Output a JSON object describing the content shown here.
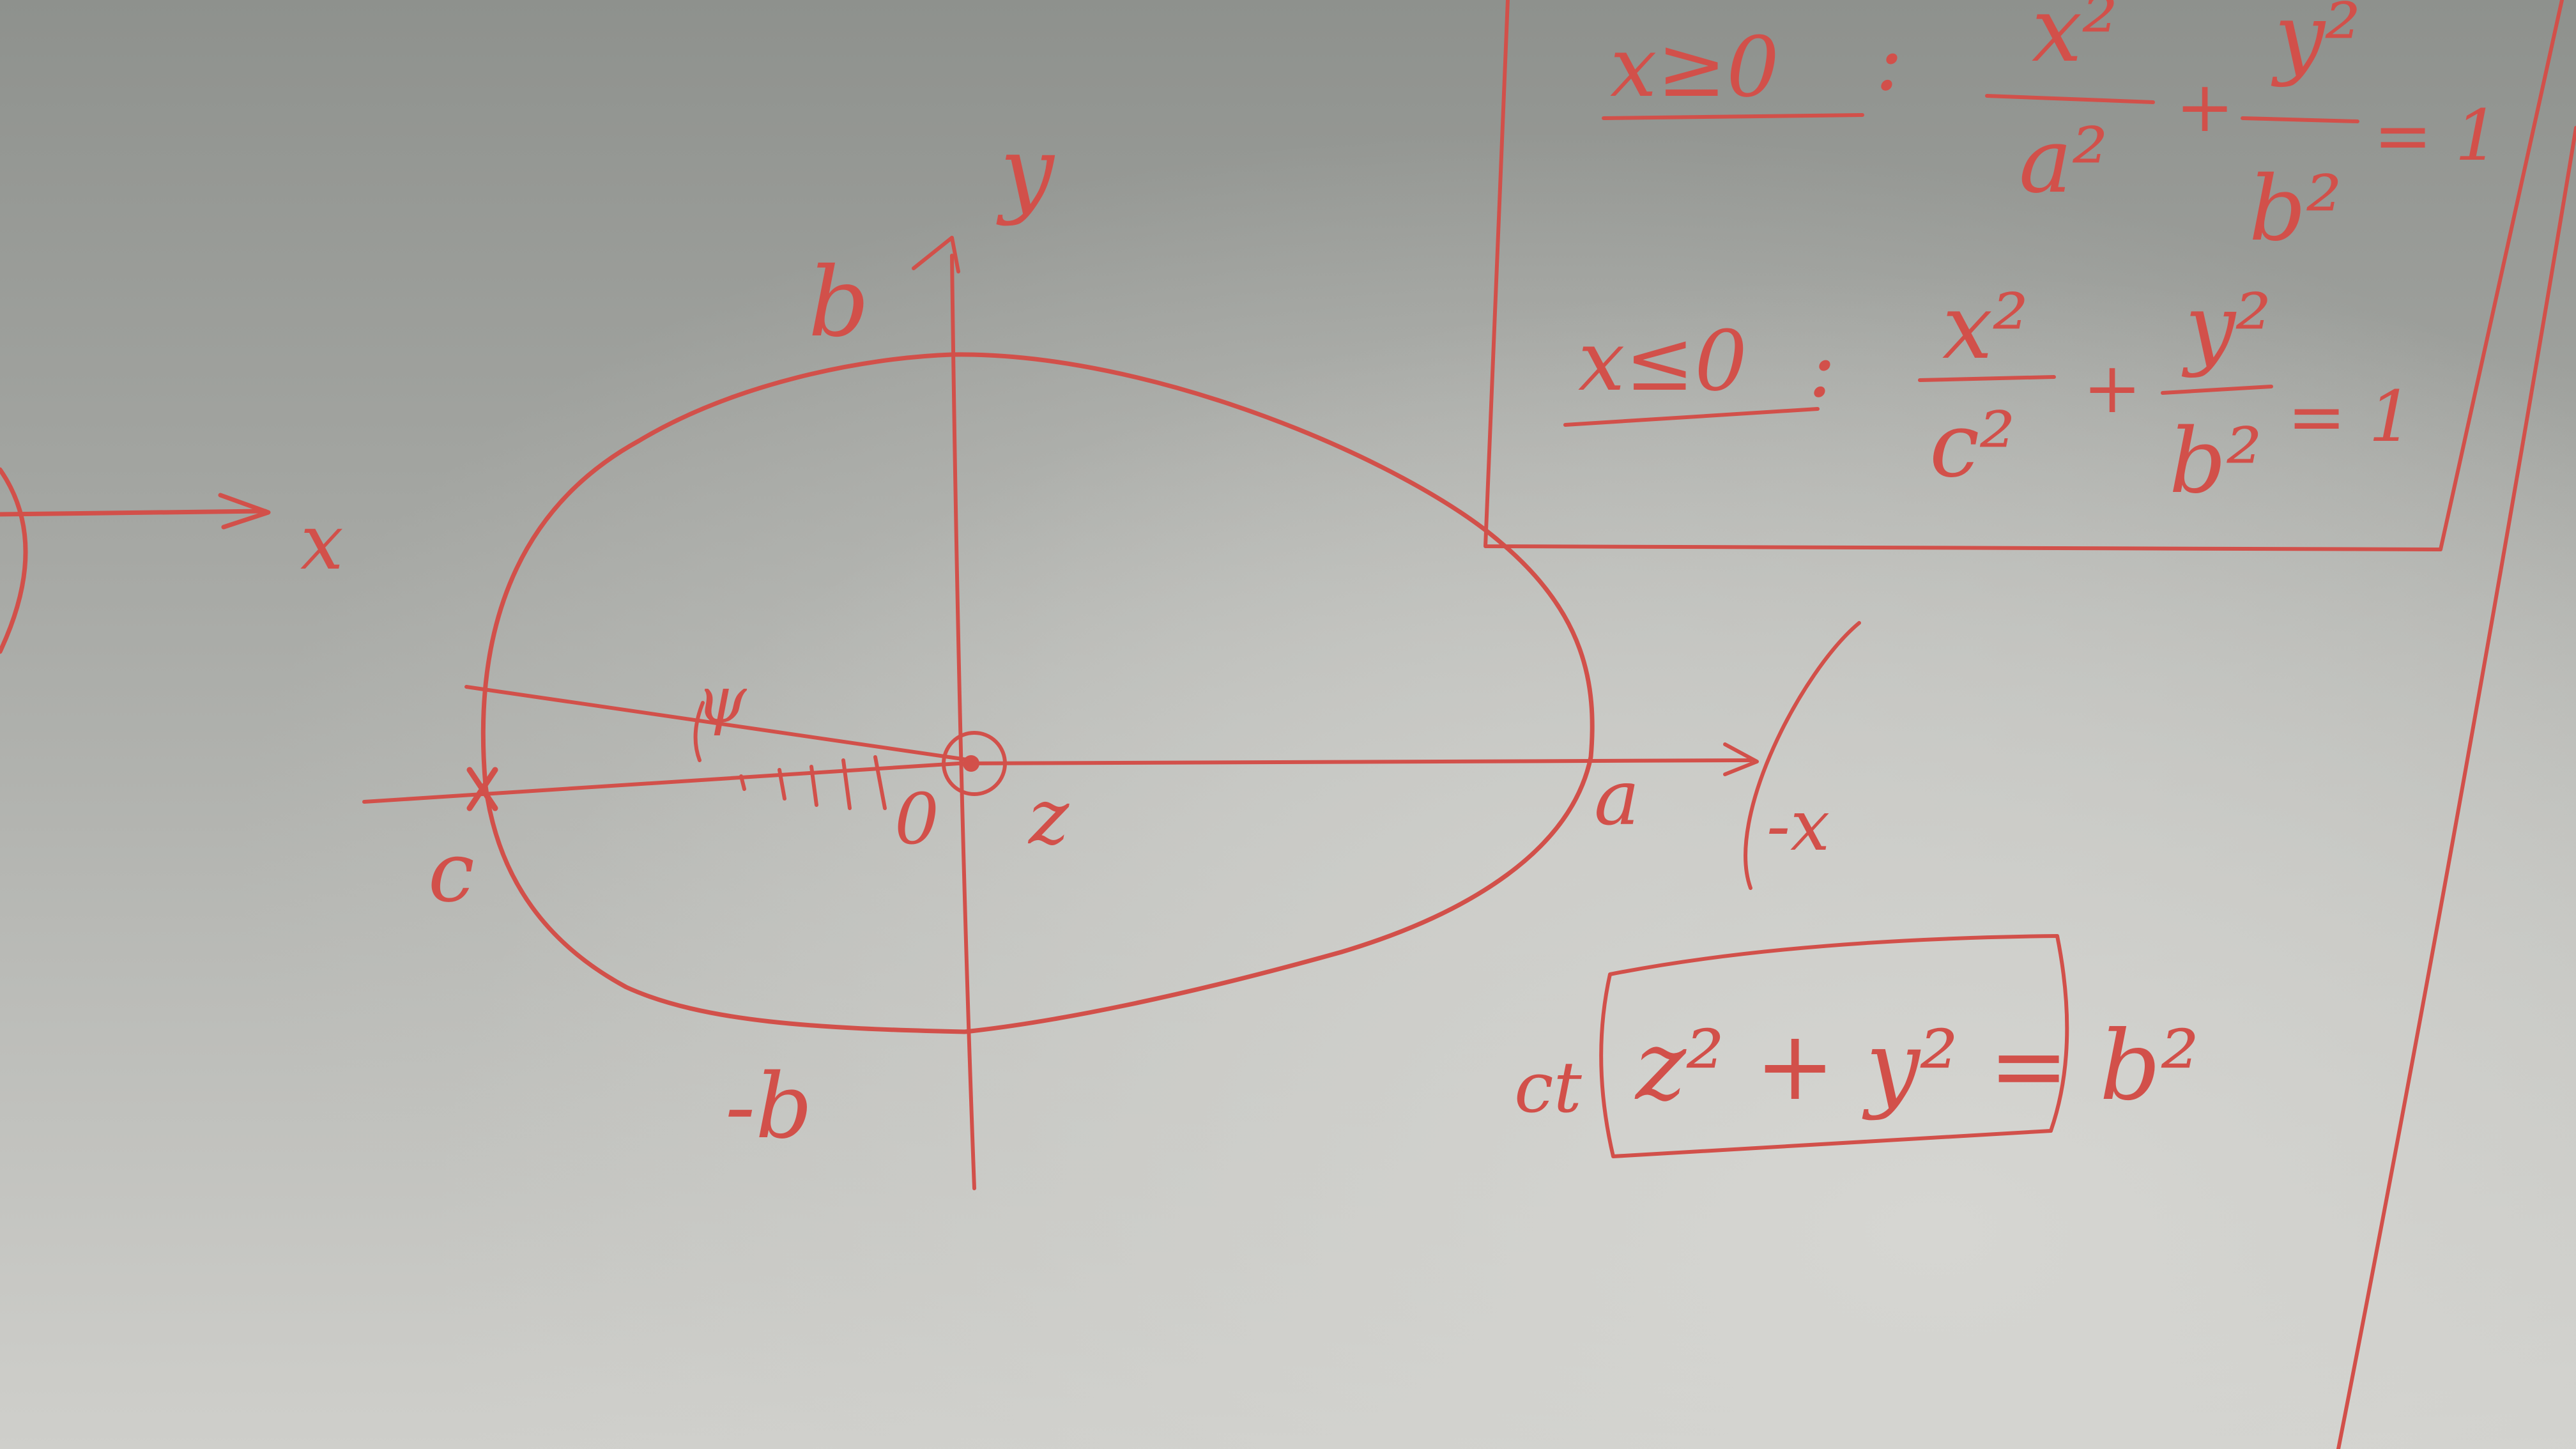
{
  "board": {
    "ink_color": "#d2504a",
    "surface_color": "#b4b6b2"
  },
  "labels": {
    "x_axis_left": "x",
    "y_axis": "y",
    "b_top": "b",
    "b_bottom": "-b",
    "c": "c",
    "a": "a",
    "origin": "0",
    "z": "z",
    "phi": "ψ",
    "minus_x": "-x"
  },
  "equations": {
    "top": {
      "condition": "x≥0",
      "colon": ":",
      "num1": "x²",
      "den1": "a²",
      "plus": "+",
      "num2": "y²",
      "den2": "b²",
      "equals": "= 1"
    },
    "bottom": {
      "condition": "x≤0",
      "colon": ":",
      "num1": "x²",
      "den1": "c²",
      "plus": "+",
      "num2": "y²",
      "den2": "b²",
      "equals": "= 1"
    },
    "circle": {
      "prefix": "ct",
      "text": "z² + y² = b²"
    }
  }
}
